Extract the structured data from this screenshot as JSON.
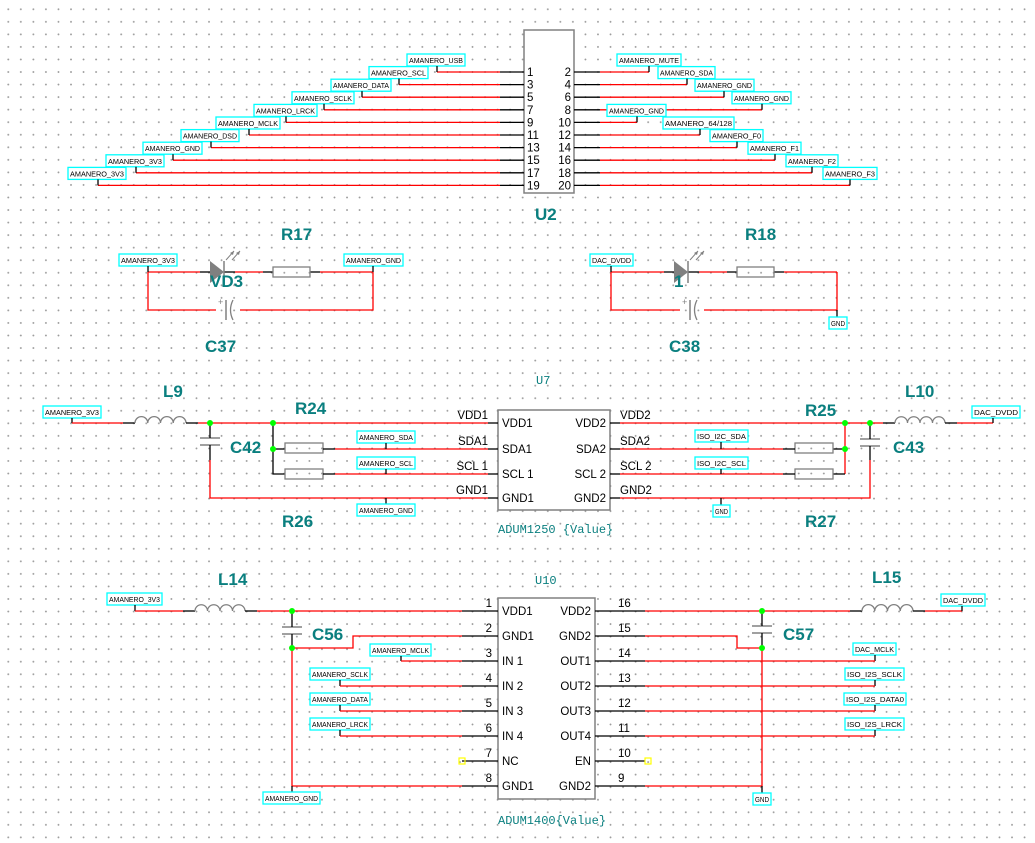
{
  "colors": {
    "wire": "#ff0000",
    "stub": "#000000",
    "designator": "#0a7f7f",
    "part": "#808080",
    "net_label_border": "#00ffff",
    "junction": "#00ff00",
    "no_connect": "#ffff00"
  },
  "u2": {
    "designator": "U2",
    "left_pins": [
      {
        "num": "1",
        "net": "AMANERO_USB"
      },
      {
        "num": "3",
        "net": "AMANERO_SCL"
      },
      {
        "num": "5",
        "net": "AMANERO_DATA"
      },
      {
        "num": "7",
        "net": "AMANERO_SCLK"
      },
      {
        "num": "9",
        "net": "AMANERO_LRCK"
      },
      {
        "num": "11",
        "net": "AMANERO_MCLK"
      },
      {
        "num": "13",
        "net": "AMANERO_DSD"
      },
      {
        "num": "15",
        "net": "AMANERO_GND"
      },
      {
        "num": "17",
        "net": "AMANERO_3V3"
      },
      {
        "num": "19",
        "net": "AMANERO_3V3"
      }
    ],
    "right_pins": [
      {
        "num": "2",
        "net": "AMANERO_MUTE"
      },
      {
        "num": "4",
        "net": "AMANERO_SDA"
      },
      {
        "num": "6",
        "net": "AMANERO_GND"
      },
      {
        "num": "8",
        "net": "AMANERO_GND"
      },
      {
        "num": "10",
        "net": "AMANERO_GND"
      },
      {
        "num": "12",
        "net": "AMANERO_64/128"
      },
      {
        "num": "14",
        "net": "AMANERO_F0"
      },
      {
        "num": "16",
        "net": "AMANERO_F1"
      },
      {
        "num": "18",
        "net": "AMANERO_F2"
      },
      {
        "num": "20",
        "net": "AMANERO_F3"
      }
    ]
  },
  "led_left": {
    "resistor": "R17",
    "led": "VD3",
    "cap": "C37",
    "net_in": "AMANERO_3V3",
    "net_out": "AMANERO_GND"
  },
  "led_right": {
    "resistor": "R18",
    "led": "1",
    "cap": "C38",
    "net_in": "DAC_DVDD",
    "net_out": "GND"
  },
  "u7": {
    "designator": "U7",
    "value": "ADUM1250  {Value}",
    "left_pins": [
      "VDD1",
      "SDA1",
      "SCL 1",
      "GND1"
    ],
    "right_pins": [
      "VDD2",
      "SDA2",
      "SCL 2",
      "GND2"
    ],
    "inductor_left": "L9",
    "inductor_right": "L10",
    "cap_left": "C42",
    "cap_right": "C43",
    "r_left_top": "R24",
    "r_left_bottom": "R26",
    "r_right_top": "R25",
    "r_right_bottom": "R27",
    "nets": {
      "vin": "AMANERO_3V3",
      "sda1": "AMANERO_SDA",
      "scl1": "AMANERO_SCL",
      "gnd1": "AMANERO_GND",
      "vout": "DAC_DVDD",
      "sda2": "ISO_I2C_SDA",
      "scl2": "ISO_I2C_SCL",
      "gnd2": "GND"
    }
  },
  "u10": {
    "designator": "U10",
    "value": "ADUM1400{Value}",
    "left_pins": [
      {
        "num": "1",
        "name": "VDD1"
      },
      {
        "num": "2",
        "name": "GND1"
      },
      {
        "num": "3",
        "name": "IN 1"
      },
      {
        "num": "4",
        "name": "IN 2"
      },
      {
        "num": "5",
        "name": "IN 3"
      },
      {
        "num": "6",
        "name": "IN 4"
      },
      {
        "num": "7",
        "name": "NC"
      },
      {
        "num": "8",
        "name": "GND1"
      }
    ],
    "right_pins": [
      {
        "num": "16",
        "name": "VDD2"
      },
      {
        "num": "15",
        "name": "GND2"
      },
      {
        "num": "14",
        "name": "OUT1"
      },
      {
        "num": "13",
        "name": "OUT2"
      },
      {
        "num": "12",
        "name": "OUT3"
      },
      {
        "num": "11",
        "name": "OUT4"
      },
      {
        "num": "10",
        "name": "EN"
      },
      {
        "num": "9",
        "name": "GND2"
      }
    ],
    "inductor_left": "L14",
    "inductor_right": "L15",
    "cap_left": "C56",
    "cap_right": "C57",
    "nets": {
      "vin": "AMANERO_3V3",
      "in1": "AMANERO_MCLK",
      "in2": "AMANERO_SCLK",
      "in3": "AMANERO_DATA",
      "in4": "AMANERO_LRCK",
      "gnd1": "AMANERO_GND",
      "vout": "DAC_DVDD",
      "out1": "DAC_MCLK",
      "out2": "ISO_I2S_SCLK",
      "out3": "ISO_I2S_DATA0",
      "out4": "ISO_I2S_LRCK",
      "gnd2": "GND"
    }
  }
}
